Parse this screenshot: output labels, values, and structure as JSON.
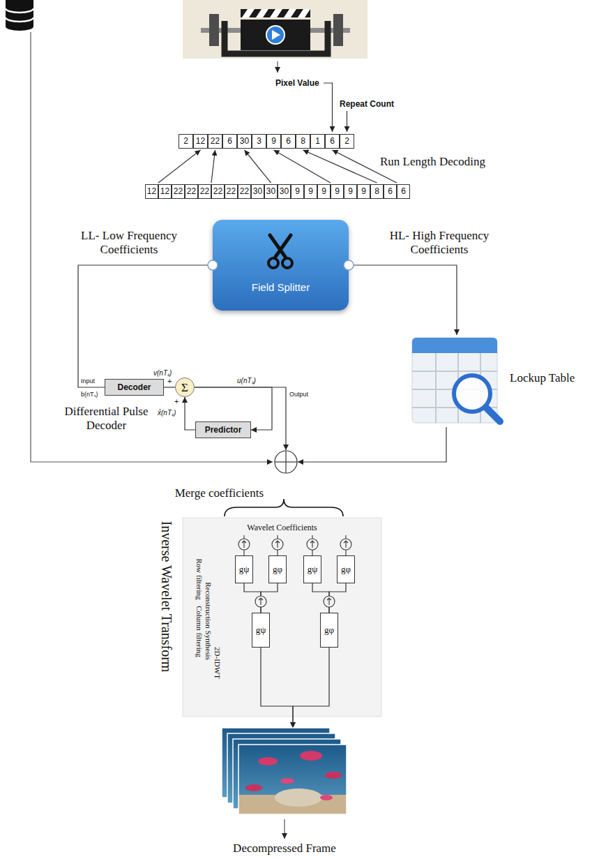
{
  "diagram": {
    "nodes": [
      {
        "text": [
          "Field Splitter"
        ]
      },
      {
        "text": [
          "Decoder"
        ]
      },
      {
        "text": [
          "Σ"
        ]
      },
      {
        "text": [
          "Predictor"
        ]
      },
      {
        "text": [
          "Lockup Table"
        ]
      },
      {
        "text": [
          "Merge coefficients"
        ]
      },
      {
        "text": [
          "Inverse Wavelet Transform",
          "Wavelet Coefficients",
          "Row filtering",
          "Reconstruction Synthesis",
          "2D-IDWT",
          "Column filtering"
        ]
      },
      {
        "text": [
          "gψ"
        ],
        "in": 6
      },
      {
        "text": [
          "gφ"
        ],
        "in": 6
      },
      {
        "text": [
          "gψ"
        ],
        "in": 6
      },
      {
        "text": [
          "gφ"
        ],
        "in": 6
      },
      {
        "text": [
          "gψ"
        ],
        "in": 6
      },
      {
        "text": [
          "gφ"
        ],
        "in": 6
      },
      {
        "text": [
          "Decompressed Frame"
        ]
      }
    ],
    "edges": [
      {
        "from": 0,
        "to": 1,
        "arrow": "none"
      },
      {
        "from": 1,
        "to": 2,
        "arrow": "none"
      },
      {
        "from": 2,
        "to": 3,
        "arrow": "to"
      },
      {
        "from": 3,
        "to": 2,
        "arrow": "to"
      },
      {
        "from": 2,
        "to": 5,
        "arrow": "to"
      },
      {
        "from": 0,
        "to": 4,
        "arrow": "to"
      },
      {
        "from": 4,
        "to": 5,
        "arrow": "to"
      },
      {
        "from": 7,
        "to": 11,
        "arrow": "none"
      },
      {
        "from": 8,
        "to": 11,
        "arrow": "none"
      },
      {
        "from": 9,
        "to": 12,
        "arrow": "none"
      },
      {
        "from": 10,
        "to": 12,
        "arrow": "none"
      },
      {
        "from": 11,
        "to": 13,
        "arrow": "to"
      },
      {
        "from": 12,
        "to": 13,
        "arrow": "to"
      }
    ],
    "labels": [
      "Pixel Value",
      "Repeat Count",
      "2",
      "12",
      "22",
      "6",
      "30",
      "3",
      "9",
      "6",
      "8",
      "1",
      "6",
      "2",
      "Run Length Decoding",
      "12",
      "12",
      "22",
      "22",
      "22",
      "22",
      "22",
      "22",
      "30",
      "30",
      "30",
      "9",
      "9",
      "9",
      "9",
      "9",
      "9",
      "8",
      "6",
      "6",
      "LL- Low Frequency Coefficients",
      "HL- High Frequency Coefficients",
      "Input",
      "b(nTₛ)",
      "v(nTₛ)",
      "+",
      "+",
      "u(nTₛ)",
      "Output",
      "x̂(nTₛ)",
      "Differential Pulse Decoder"
    ]
  }
}
